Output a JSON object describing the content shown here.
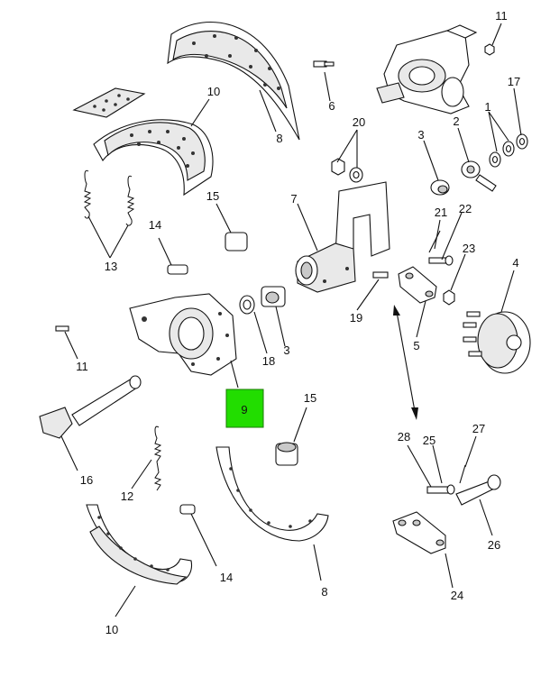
{
  "diagram": {
    "highlighted_callout": {
      "label": "9",
      "color": "#22dd00"
    },
    "callouts": {
      "c11a": "11",
      "c11b": "11",
      "c17": "17",
      "c1": "1",
      "c2": "2",
      "c3a": "3",
      "c3b": "3",
      "c20": "20",
      "c6": "6",
      "c10a": "10",
      "c10b": "10",
      "c8a": "8",
      "c8b": "8",
      "c15a": "15",
      "c15b": "15",
      "c7": "7",
      "c21": "21",
      "c22": "22",
      "c23": "23",
      "c4": "4",
      "c14a": "14",
      "c14b": "14",
      "c13": "13",
      "c19": "19",
      "c5": "5",
      "c18": "18",
      "c16": "16",
      "c12": "12",
      "c28": "28",
      "c25": "25",
      "c27": "27",
      "c26": "26",
      "c24": "24"
    },
    "icons": [
      "double-arrow-icon"
    ]
  },
  "footer": {
    "left": "",
    "right": ""
  }
}
